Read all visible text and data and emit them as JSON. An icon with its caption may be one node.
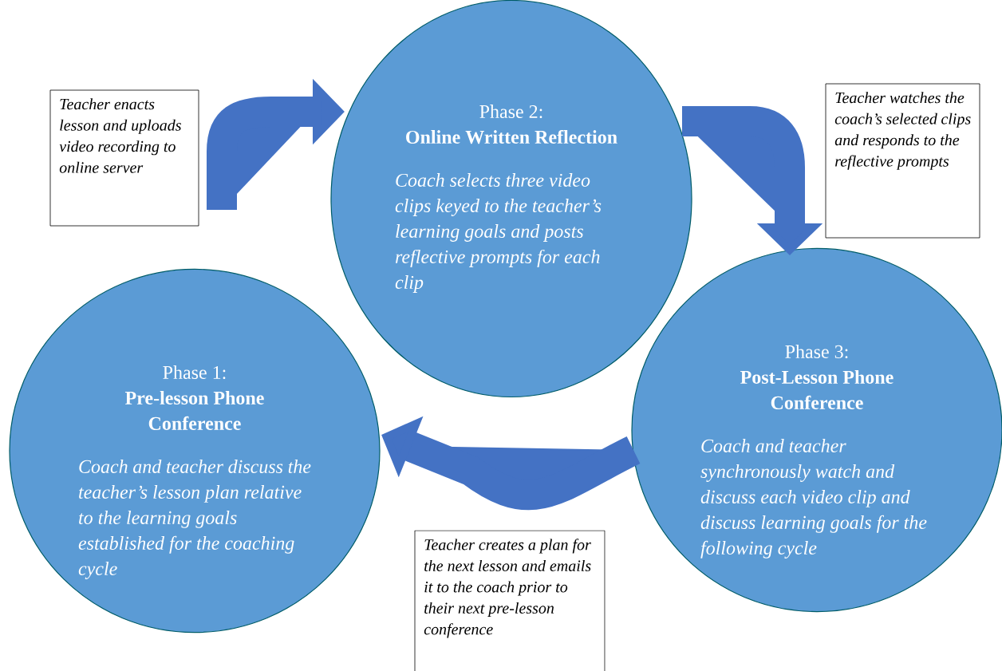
{
  "diagram": {
    "nodes": [
      {
        "text": [
          "Teacher enacts lesson and uploads video recording to online server"
        ]
      },
      {
        "text": [
          "Phase 2:",
          "Online Written Reflection",
          "Coach selects three video clips keyed to the teacher’s learning goals and posts reflective prompts for each clip"
        ]
      },
      {
        "text": [
          "Teacher watches the coach’s selected clips and responds to the reflective prompts"
        ]
      },
      {
        "text": [
          "Phase 1:",
          "Pre-lesson Phone Conference",
          "Coach and teacher discuss the teacher’s lesson plan relative to the learning goals established for the coaching cycle"
        ]
      },
      {
        "text": [
          "Phase 3:",
          "Post-Lesson Phone Conference",
          "Coach and teacher synchronously watch and discuss each video clip and discuss learning goals for the following cycle"
        ]
      },
      {
        "text": [
          "Teacher creates a plan for the next lesson and emails it to the coach prior to their next pre-lesson conference"
        ]
      }
    ],
    "edges": [
      {
        "from": 3,
        "to": 1,
        "arrow": "to"
      },
      {
        "from": 1,
        "to": 4,
        "arrow": "to"
      },
      {
        "from": 4,
        "to": 3,
        "arrow": "to"
      }
    ]
  }
}
